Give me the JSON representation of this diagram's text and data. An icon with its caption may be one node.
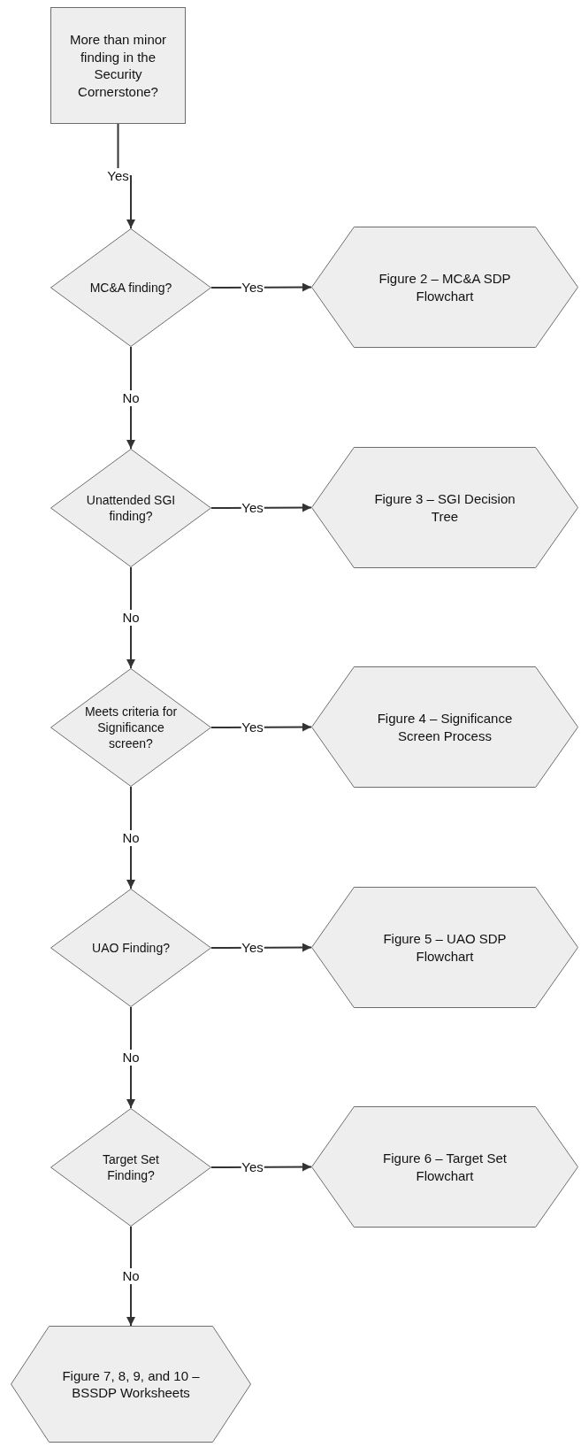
{
  "diagram": {
    "nodes": [
      {
        "text": [
          "More than minor finding in the Security Cornerstone?"
        ]
      },
      {
        "text": [
          "MC&A finding?"
        ]
      },
      {
        "text": [
          "Figure 2 – MC&A SDP Flowchart"
        ]
      },
      {
        "text": [
          "Unattended SGI finding?"
        ]
      },
      {
        "text": [
          "Figure 3 – SGI Decision Tree"
        ]
      },
      {
        "text": [
          "Meets criteria for Significance screen?"
        ]
      },
      {
        "text": [
          "Figure 4 – Significance Screen Process"
        ]
      },
      {
        "text": [
          "UAO Finding?"
        ]
      },
      {
        "text": [
          "Figure 5 – UAO SDP Flowchart"
        ]
      },
      {
        "text": [
          "Target Set Finding?"
        ]
      },
      {
        "text": [
          "Figure 6 – Target Set Flowchart"
        ]
      },
      {
        "text": [
          "Figure 7, 8, 9, and 10 – BSSDP Worksheets"
        ]
      }
    ],
    "edges": [
      {
        "from": 0,
        "to": 1,
        "arrow": "to",
        "label": "Yes"
      },
      {
        "from": 1,
        "to": 2,
        "arrow": "to",
        "label": "Yes"
      },
      {
        "from": 1,
        "to": 3,
        "arrow": "to",
        "label": "No"
      },
      {
        "from": 3,
        "to": 4,
        "arrow": "to",
        "label": "Yes"
      },
      {
        "from": 3,
        "to": 5,
        "arrow": "to",
        "label": "No"
      },
      {
        "from": 5,
        "to": 6,
        "arrow": "to",
        "label": "Yes"
      },
      {
        "from": 5,
        "to": 7,
        "arrow": "to",
        "label": "No"
      },
      {
        "from": 7,
        "to": 8,
        "arrow": "to",
        "label": "Yes"
      },
      {
        "from": 7,
        "to": 9,
        "arrow": "to",
        "label": "No"
      },
      {
        "from": 9,
        "to": 10,
        "arrow": "to",
        "label": "Yes"
      },
      {
        "from": 9,
        "to": 11,
        "arrow": "to",
        "label": "No"
      }
    ]
  }
}
